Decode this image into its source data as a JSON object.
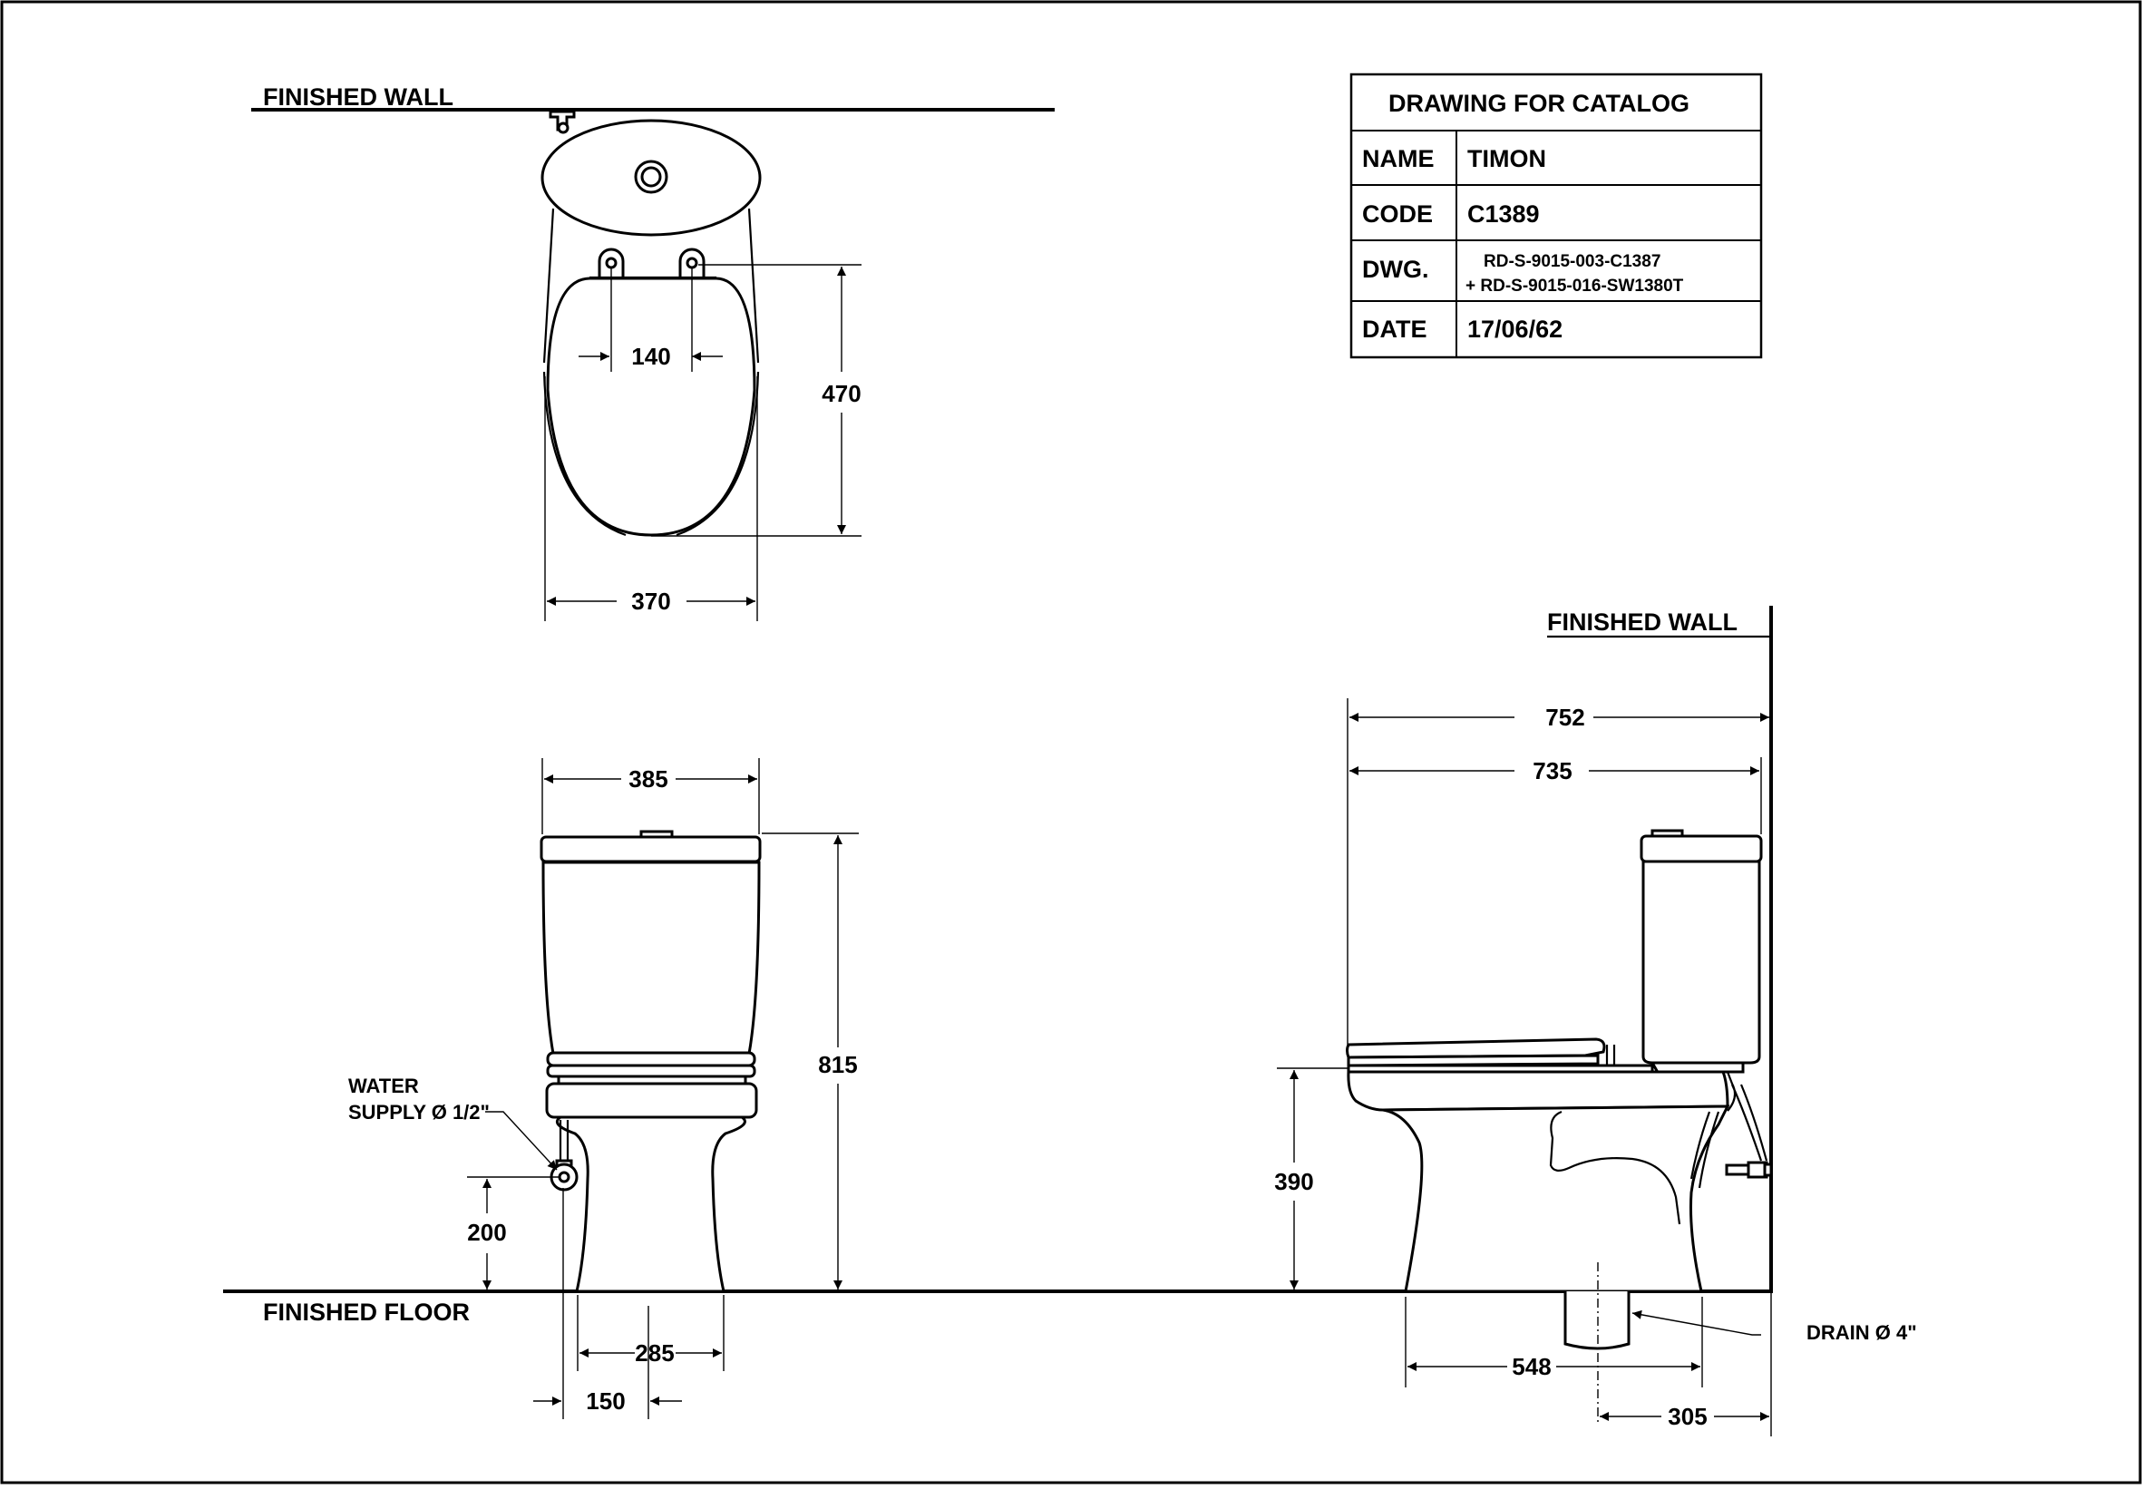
{
  "labels": {
    "finished_wall_top": "FINISHED WALL",
    "finished_wall_side": "FINISHED WALL",
    "finished_floor": "FINISHED FLOOR",
    "water_supply_line1": "WATER",
    "water_supply_line2": "SUPPLY Ø 1/2\"",
    "drain": "DRAIN Ø 4\""
  },
  "title_block": {
    "title": "DRAWING FOR CATALOG",
    "rows": [
      {
        "key": "NAME",
        "value": "TIMON"
      },
      {
        "key": "CODE",
        "value": "C1389"
      },
      {
        "key": "DWG.",
        "value_line1": "RD-S-9015-003-C1387",
        "value_line2": "+ RD-S-9015-016-SW1380T"
      },
      {
        "key": "DATE",
        "value": "17/06/62"
      }
    ]
  },
  "dimensions": {
    "seat_hinge_spacing": "140",
    "seat_length": "470",
    "seat_width": "370",
    "tank_width": "385",
    "total_height": "815",
    "supply_height": "200",
    "base_width": "285",
    "supply_offset": "150",
    "total_depth": "752",
    "bowl_depth": "735",
    "seat_height": "390",
    "base_depth": "548",
    "rough_in": "305"
  },
  "colors": {
    "line": "#000000",
    "background": "#ffffff"
  }
}
